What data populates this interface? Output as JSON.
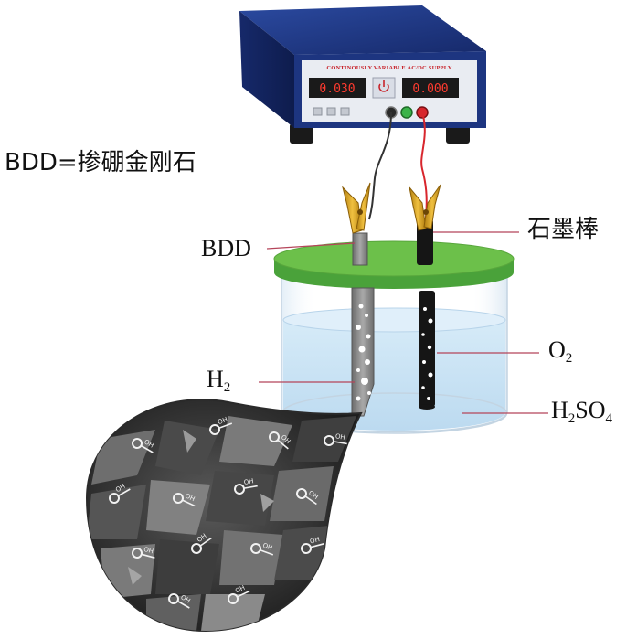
{
  "legend": {
    "definition": "BDD=掺硼金刚石"
  },
  "power_supply": {
    "title": "CONTINOUSLY VARIABLE AC/DC SUPPLY",
    "display_left": "0.030",
    "display_right": "0.000"
  },
  "labels": {
    "bdd": "BDD",
    "graphite_rod": "石墨棒",
    "h2_main": "H",
    "h2_sub": "2",
    "o2_main": "O",
    "o2_sub": "2",
    "acid_h": "H",
    "acid_h_sub": "2",
    "acid_so": "SO",
    "acid_so_sub": "4"
  },
  "colors": {
    "supply_body": "#1f3a86",
    "supply_panel": "#e9ecf2",
    "display_bg": "#1a1a1a",
    "display_digits": "#ff3b2f",
    "lid": "#6cc04a",
    "electrolyte": "#c9e3f5",
    "graphite": "#151515",
    "bdd_electrode": "#8a8a8a",
    "clip": "#d9a21b",
    "wire_red": "#d8262d",
    "wire_black": "#333333",
    "leader_line": "#b5455a"
  },
  "zoom_inset": {
    "repeated_label": "OH"
  }
}
